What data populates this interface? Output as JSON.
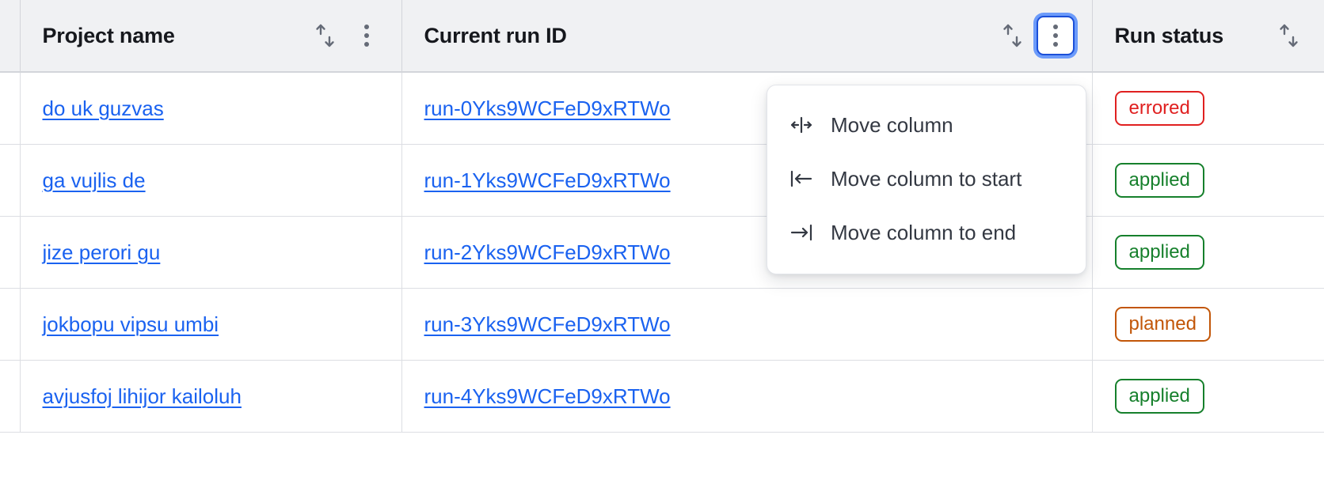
{
  "table": {
    "columns": [
      {
        "key": "project",
        "label": "Project name",
        "sort_icon": "sort-updown-icon",
        "has_menu": true,
        "menu_focused": false
      },
      {
        "key": "runid",
        "label": "Current run ID",
        "sort_icon": "sort-updown-icon",
        "has_menu": true,
        "menu_focused": true
      },
      {
        "key": "status",
        "label": "Run status",
        "sort_icon": "sort-updown-icon",
        "has_menu": false,
        "menu_focused": false
      }
    ],
    "rows": [
      {
        "project": "do uk guzvas",
        "runid": "run-0Yks9WCFeD9xRTWo",
        "status": "errored",
        "status_kind": "errored"
      },
      {
        "project": "ga vujlis de",
        "runid": "run-1Yks9WCFeD9xRTWo",
        "status": "applied",
        "status_kind": "applied"
      },
      {
        "project": "jize perori gu",
        "runid": "run-2Yks9WCFeD9xRTWo",
        "status": "applied",
        "status_kind": "applied"
      },
      {
        "project": "jokbopu vipsu umbi",
        "runid": "run-3Yks9WCFeD9xRTWo",
        "status": "planned",
        "status_kind": "planned"
      },
      {
        "project": "avjusfoj lihijor kailoluh",
        "runid": "run-4Yks9WCFeD9xRTWo",
        "status": "applied",
        "status_kind": "applied"
      }
    ]
  },
  "column_menu": {
    "items": [
      {
        "label": "Move column",
        "icon": "move-column-icon"
      },
      {
        "label": "Move column to start",
        "icon": "move-to-start-icon"
      },
      {
        "label": "Move column to end",
        "icon": "move-to-end-icon"
      }
    ]
  },
  "colors": {
    "link": "#1a62f0",
    "errored": "#e02020",
    "applied": "#16802c",
    "planned": "#c25608",
    "focus_ring": "#6c9bfa",
    "focus_border": "#1b4fd8",
    "header_bg": "#f0f1f3"
  }
}
